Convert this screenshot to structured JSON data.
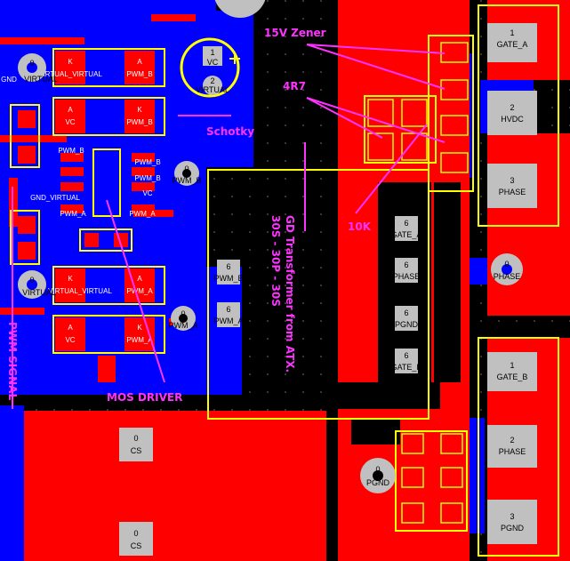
{
  "annotations": {
    "zener": "15V Zener",
    "r47": "4R7",
    "schottky": "Schotky",
    "r10k": "10K",
    "gd_transformer_1": "GD Transformer from ATX.",
    "gd_transformer_2": "30S - 30P - 30S",
    "pwm_signal": "PWM SIGNAL",
    "mos_driver": "MOS DRIVER"
  },
  "left_cluster": {
    "r1": {
      "a": "K",
      "b": "A",
      "net_a": "VIRTUAL_VIRTUAL",
      "net_b": "PWM_B"
    },
    "r2": {
      "a": "A",
      "b": "K",
      "net_a": "VC",
      "net_b": "PWM_B"
    },
    "r3": {
      "a": "K",
      "b": "A",
      "net_a": "VIRTUAL_VIRTUAL",
      "net_b": "PWM_A"
    },
    "r4": {
      "a": "A",
      "b": "K",
      "net_a": "VC",
      "net_b": "PWM_A"
    },
    "pad_vc1": {
      "num": "0",
      "net": "VIRTUAL"
    },
    "pad_vc2": {
      "num": "0",
      "net": "VIRTUAL"
    },
    "gnd_left": "GND",
    "pwm_labels": [
      "PWM_B",
      "PWM_B",
      "PWM_B",
      "PWM_A",
      "PWM_A"
    ],
    "vc_labels": [
      "VC",
      "VC"
    ],
    "virtual_mid": "GND_VIRTUAL",
    "pwm_b_pad": {
      "num": "0",
      "net": "PWM_B"
    },
    "pwm_a_pad": {
      "num": "0",
      "net": "PWM_A"
    }
  },
  "cap": {
    "p1": {
      "num": "1",
      "net": "VC"
    },
    "p2": {
      "num": "2",
      "net": "VIRTUAL"
    }
  },
  "transformer": {
    "p1": {
      "num": "6",
      "net": "PWM_B"
    },
    "p2": {
      "num": "6",
      "net": "PWM_A"
    },
    "s1": {
      "num": "6",
      "net": "GATE_A"
    },
    "s2": {
      "num": "6",
      "net": "PHASE"
    },
    "s3": {
      "num": "6",
      "net": "PGND"
    },
    "s4": {
      "num": "6",
      "net": "GATE_B"
    }
  },
  "phase_pad": {
    "num": "0",
    "net": "PHASE"
  },
  "pgnd_pad": {
    "num": "0",
    "net": "PGND"
  },
  "cs_pads": [
    {
      "num": "0",
      "net": "CS"
    },
    {
      "num": "0",
      "net": "CS"
    }
  ],
  "connectors": {
    "top": [
      {
        "num": "1",
        "net": "GATE_A"
      },
      {
        "num": "2",
        "net": "HVDC"
      },
      {
        "num": "3",
        "net": "PHASE"
      }
    ],
    "bottom": [
      {
        "num": "1",
        "net": "GATE_B"
      },
      {
        "num": "2",
        "net": "PHASE"
      },
      {
        "num": "3",
        "net": "PGND"
      }
    ]
  },
  "colors": {
    "bottom_copper": "#0000ff",
    "top_copper": "#ff0000",
    "silkscreen": "#ffff00",
    "annotation": "#ff33ff",
    "pad": "#c0c0c0"
  }
}
